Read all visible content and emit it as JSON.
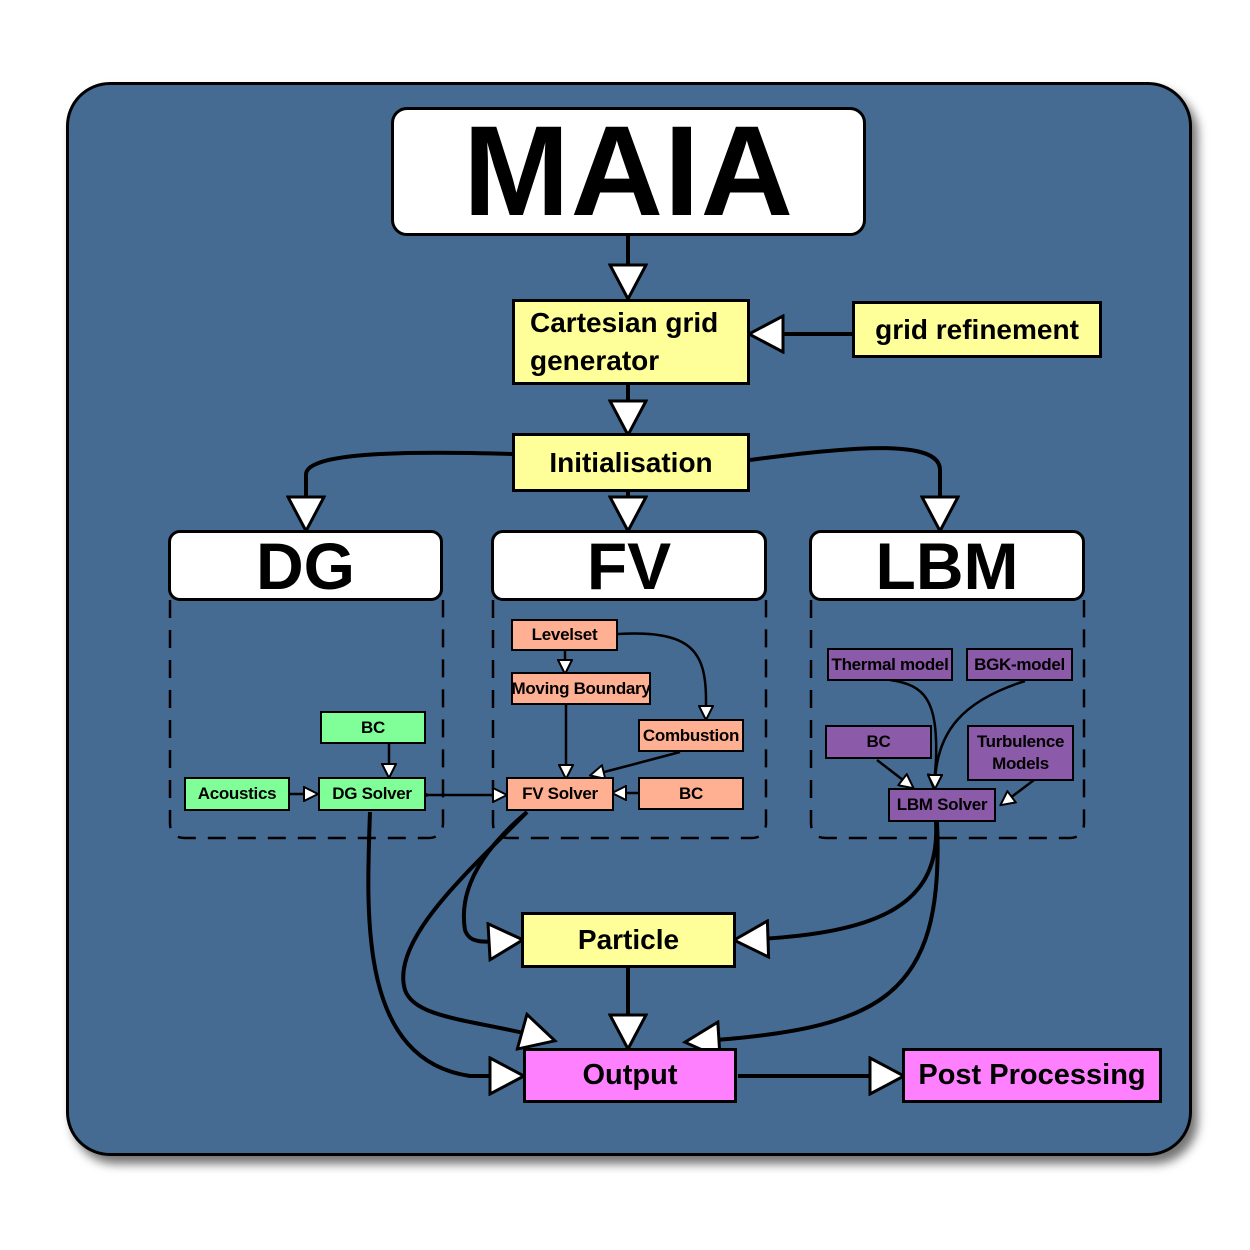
{
  "title": "MAIA",
  "pipeline": {
    "grid_generator_line1": "Cartesian grid",
    "grid_generator_line2": "generator",
    "grid_refinement": "grid refinement",
    "initialisation": "Initialisation",
    "particle": "Particle",
    "output": "Output",
    "post_processing": "Post Processing"
  },
  "modules": {
    "dg": {
      "title": "DG",
      "bc": "BC",
      "acoustics": "Acoustics",
      "solver": "DG Solver"
    },
    "fv": {
      "title": "FV",
      "levelset": "Levelset",
      "moving_boundary": "Moving Boundary",
      "combustion": "Combustion",
      "solver": "FV Solver",
      "bc": "BC"
    },
    "lbm": {
      "title": "LBM",
      "thermal_model": "Thermal model",
      "bgk_model": "BGK-model",
      "bc": "BC",
      "turbulence_line1": "Turbulence",
      "turbulence_line2": "Models",
      "solver": "LBM Solver"
    }
  },
  "colors": {
    "background_panel": "#456b93",
    "title_box": "#ffffff",
    "core_step": "#ffff99",
    "output_step": "#ff80ff",
    "dg_module": "#80ff98",
    "fv_module": "#ffb092",
    "lbm_module": "#8b5aa8",
    "wire": "#000000",
    "arrow_head": "#ffffff"
  },
  "icons": {
    "arrow_head": "hollow-triangle-arrow"
  }
}
